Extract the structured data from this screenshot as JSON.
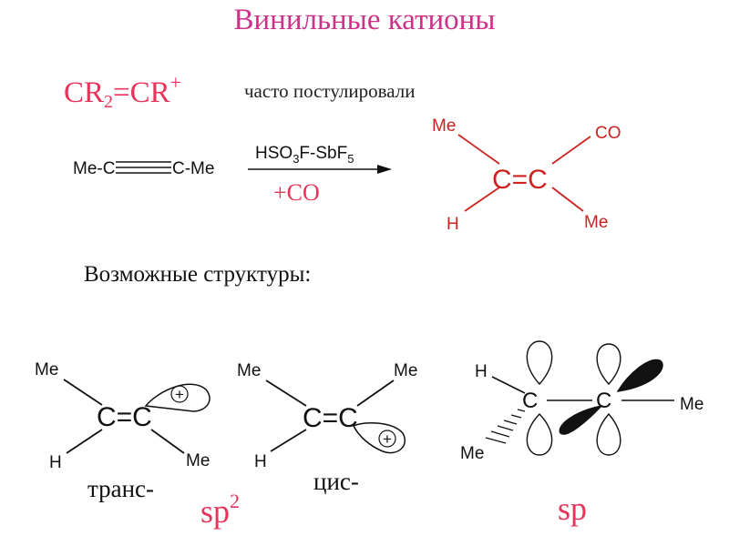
{
  "title": "Винильные катионы",
  "formula": {
    "main1": "CR",
    "sub": "2",
    "main2": "=CR",
    "sup": "+"
  },
  "postulated": "часто постулировали",
  "reaction": {
    "reactant_left": "Me-C",
    "reactant_right": "C-Me",
    "reagent_top": {
      "a": "HSO",
      "a_sub": "3",
      "b": "F-SbF",
      "b_sub": "5"
    },
    "reagent_bottom": "+CO",
    "product": {
      "center": "C=C",
      "top_left": "Me",
      "top_right": "CO",
      "bottom_left": "H",
      "bottom_right": "Me"
    }
  },
  "possible": "Возможные структуры:",
  "trans": {
    "center": "C=C",
    "top_left": "Me",
    "bottom_left": "H",
    "bottom_right": "Me",
    "charge": "+",
    "label": "транс-"
  },
  "cis": {
    "center": "C=C",
    "top_left": "Me",
    "top_right": "Me",
    "bottom_left": "H",
    "charge": "+",
    "label": "цис-"
  },
  "linear": {
    "c1": "C",
    "dash": "—",
    "c2": "C",
    "h": "H",
    "me_left": "Me",
    "me_right": "Me"
  },
  "hybrid": {
    "sp2": "sp",
    "sp2_sup": "2",
    "sp": "sp"
  },
  "colors": {
    "title": "#cc3388",
    "accent": "#e8345a",
    "text": "#111111"
  }
}
